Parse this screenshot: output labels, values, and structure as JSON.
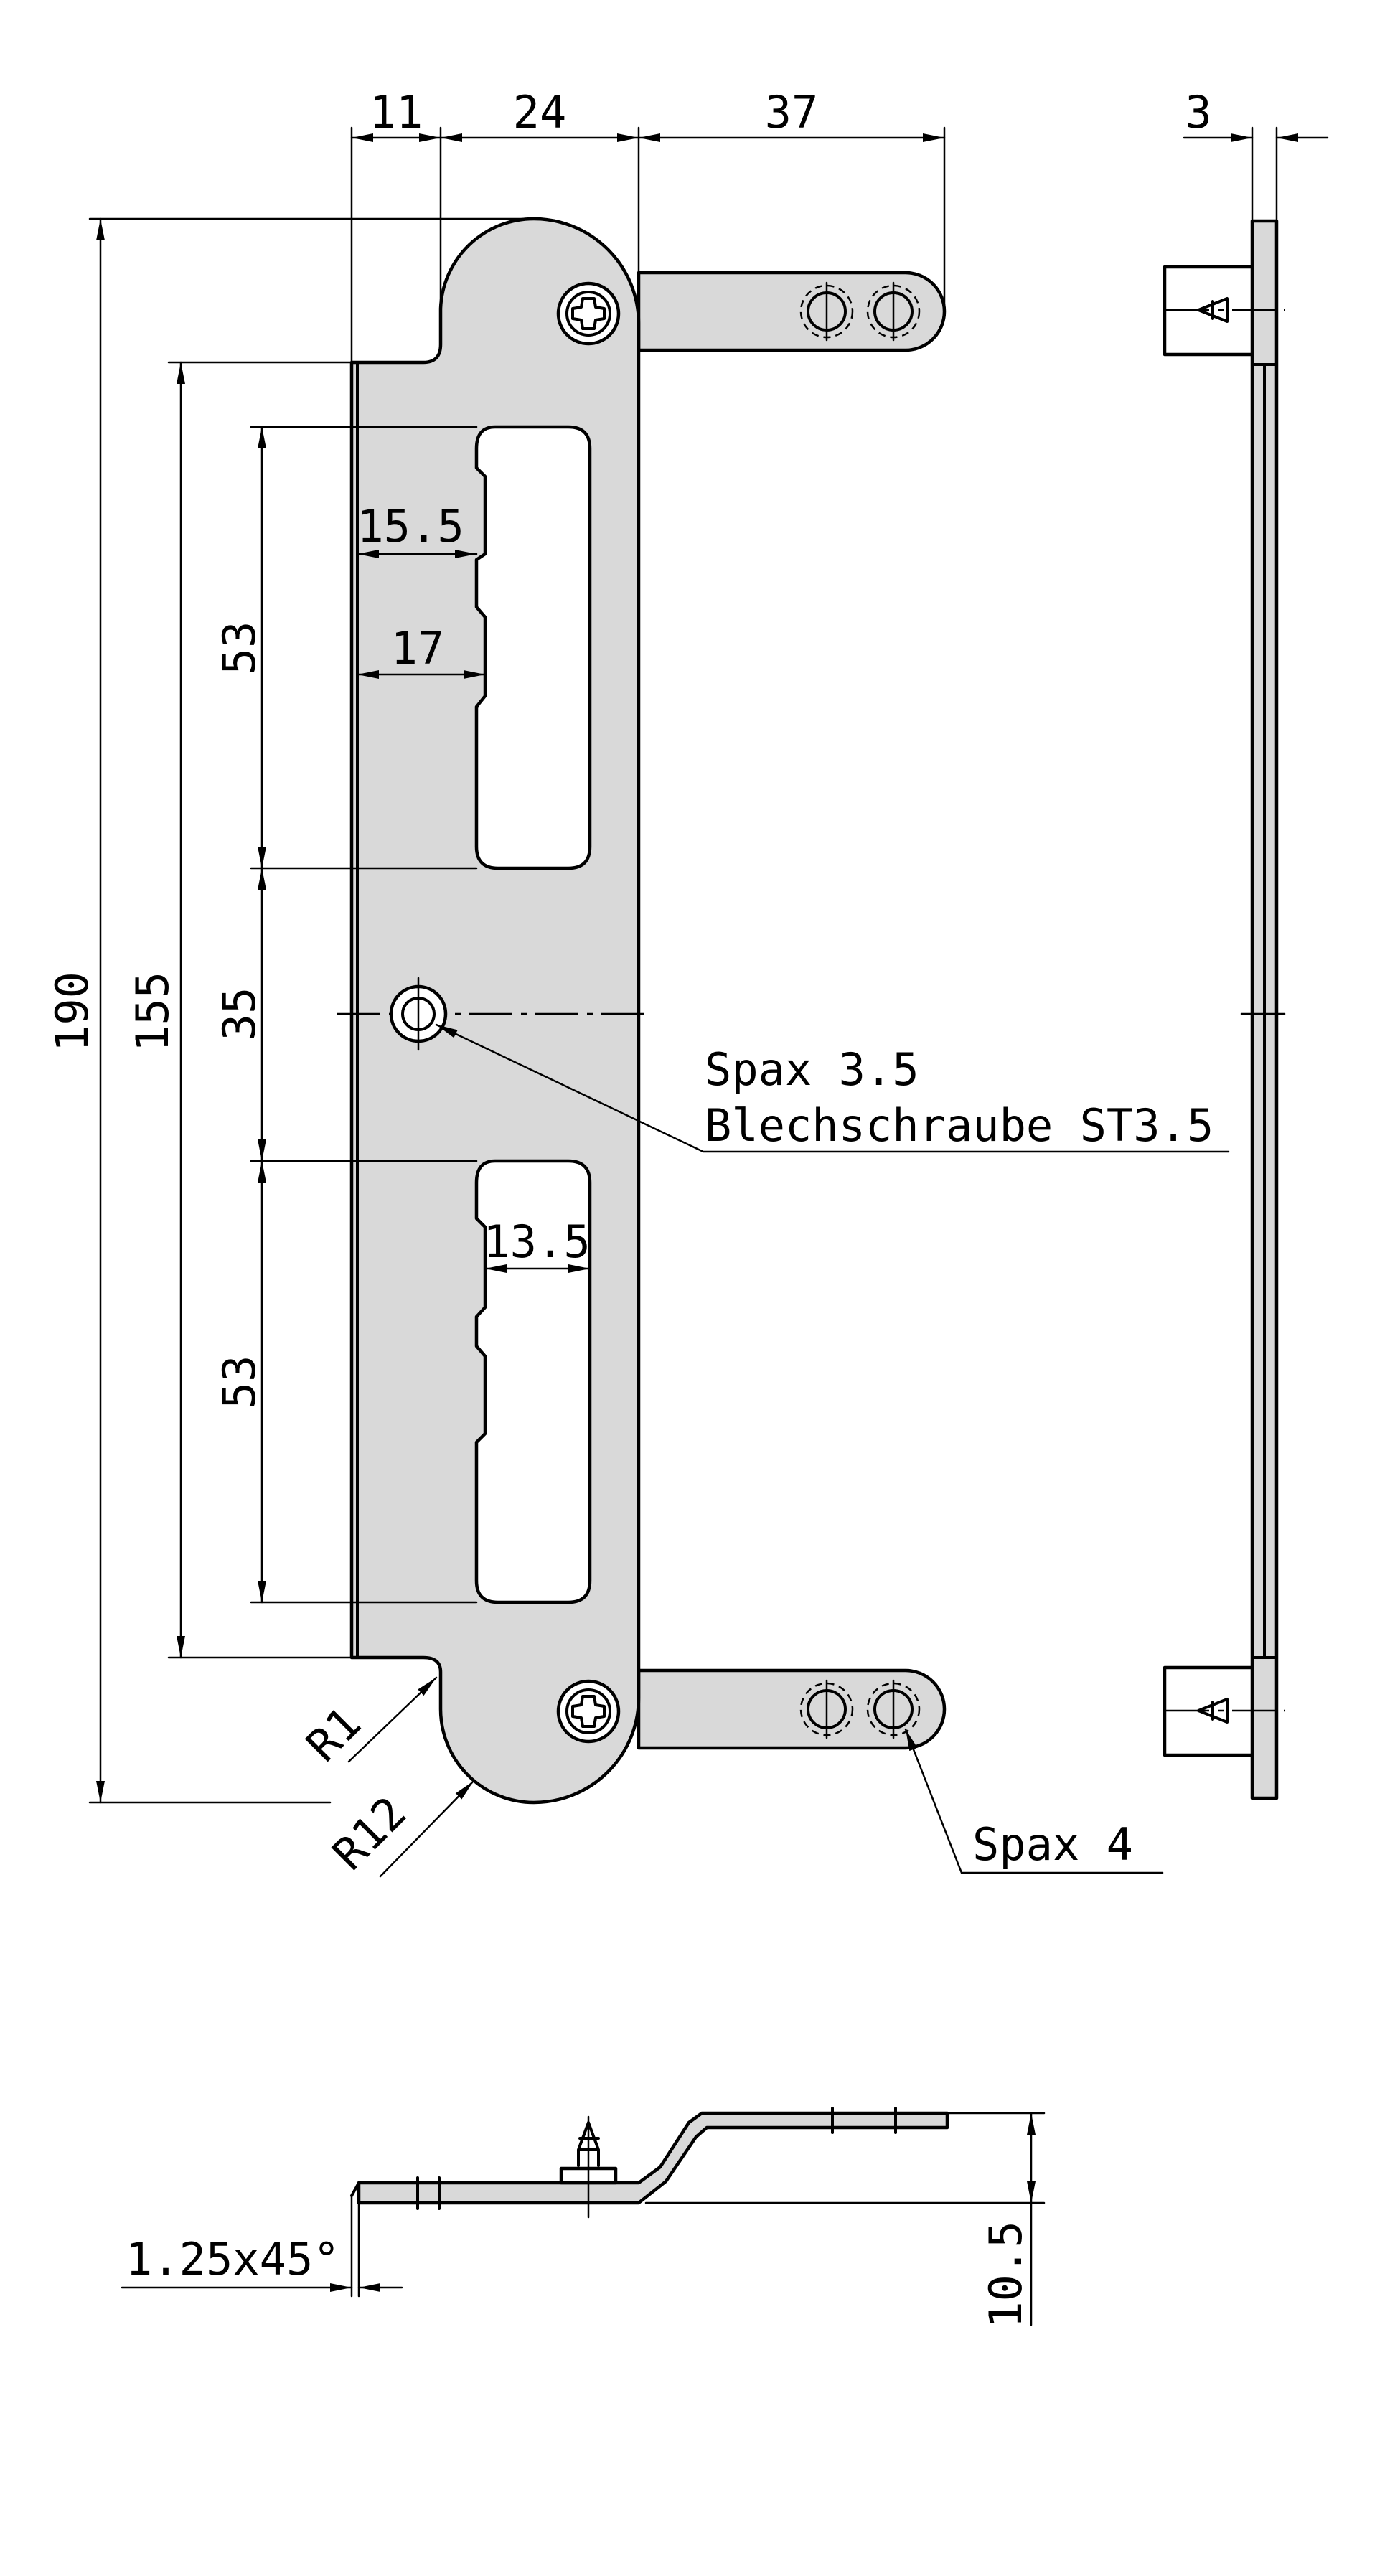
{
  "colors": {
    "part_fill": "#d9d9d9",
    "line": "#000000",
    "background": "#ffffff"
  },
  "dimensions": {
    "d11": "11",
    "d24": "24",
    "d37": "37",
    "d3": "3",
    "d190": "190",
    "d155": "155",
    "d53_top": "53",
    "d35": "35",
    "d53_bottom": "53",
    "d15_5": "15.5",
    "d17": "17",
    "d13_5": "13.5",
    "r1": "R1",
    "r12": "R12",
    "chamfer": "1.25x45°",
    "d10_5": "10.5"
  },
  "annotations": {
    "spax_3_5": "Spax 3.5",
    "blechschraube": "Blechschraube ST3.5",
    "spax_4": "Spax 4"
  }
}
